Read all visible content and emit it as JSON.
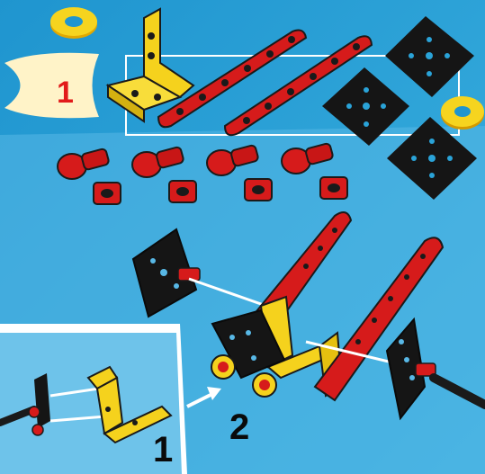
{
  "scene": {
    "description_kind": "toy-construction-instructions",
    "colors": {
      "background": "#2aa3d8",
      "panel_light": "#6ec3ea",
      "beam_red": "#d61b1b",
      "bracket_yellow": "#f5d21d",
      "plate_black": "#151515",
      "rod_silver": "#e8eef2",
      "inset_white": "#ffffff"
    },
    "icons": [
      "washer-icon",
      "bracket-icon",
      "beam-icon",
      "square-plate-icon",
      "bolt-icon",
      "nut-icon",
      "arrow-icon"
    ]
  },
  "labels": {
    "parts_badge": "1",
    "step_2": "2",
    "inset_step_1": "1"
  }
}
